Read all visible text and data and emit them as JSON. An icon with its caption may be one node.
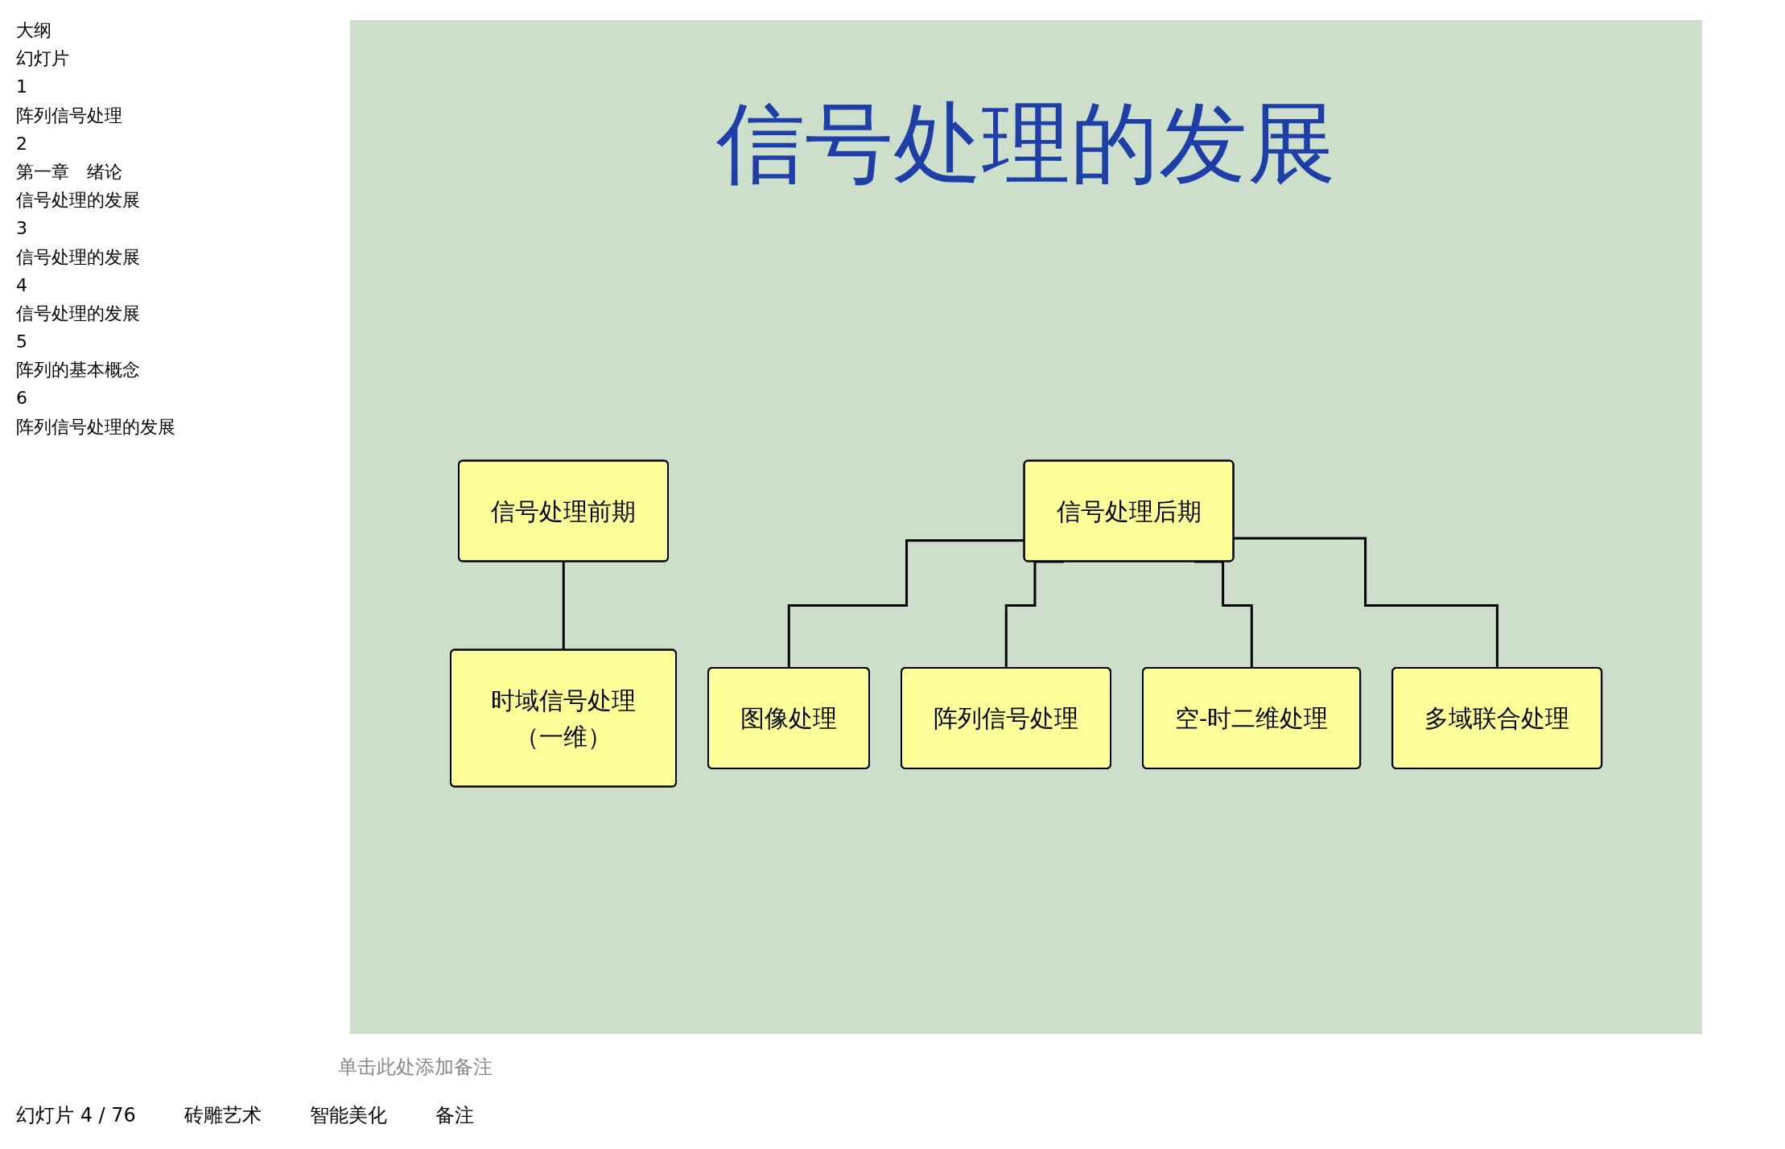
{
  "diagram": {
    "title": "信号处理的发展",
    "nodes": [
      {
        "text": [
          "信号处理前期"
        ]
      },
      {
        "text": [
          "时域信号处理（一维）"
        ]
      },
      {
        "text": [
          "信号处理后期"
        ]
      },
      {
        "text": [
          "图像处理"
        ]
      },
      {
        "text": [
          "阵列信号处理"
        ]
      },
      {
        "text": [
          "空-时二维处理"
        ]
      },
      {
        "text": [
          "多域联合处理"
        ]
      }
    ],
    "edges": [
      {
        "from": 0,
        "to": 1,
        "arrow": "none"
      },
      {
        "from": 2,
        "to": 3,
        "arrow": "none"
      },
      {
        "from": 2,
        "to": 4,
        "arrow": "none"
      },
      {
        "from": 2,
        "to": 5,
        "arrow": "none"
      },
      {
        "from": 2,
        "to": 6,
        "arrow": "none"
      }
    ],
    "labels": [
      "大纲",
      "幻灯片",
      "1",
      "阵列信号处理",
      "2",
      "第一章　绪论",
      "信号处理的发展",
      "3",
      "信号处理的发展",
      "4",
      "信号处理的发展",
      "5",
      "阵列的基本概念",
      "6",
      "阵列信号处理的发展",
      "单击此处添加备注",
      "幻灯片 4 / 76",
      "砖雕艺术",
      "智能美化",
      "备注"
    ]
  }
}
